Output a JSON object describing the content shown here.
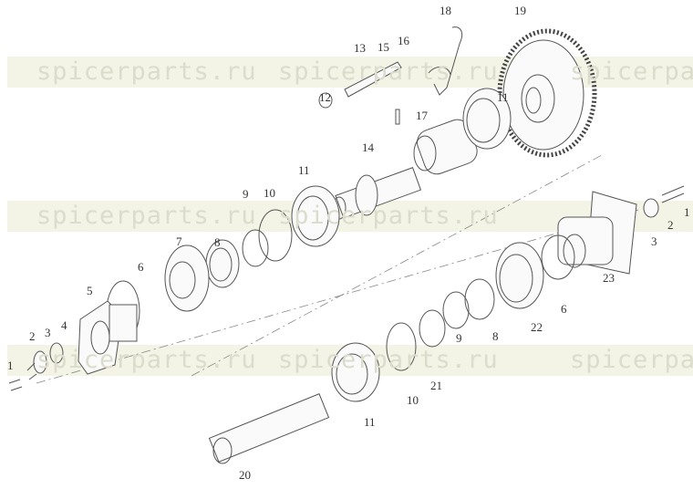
{
  "watermark": "spicerparts.ru",
  "watermark_partial": "spicerpa",
  "labels": {
    "top": [
      "18",
      "19",
      "15",
      "16",
      "13",
      "12",
      "17",
      "11",
      "14"
    ],
    "middle": [
      "11",
      "10",
      "9",
      "8",
      "7",
      "6",
      "5",
      "4",
      "3",
      "2",
      "1"
    ],
    "right": [
      "1",
      "2",
      "3",
      "23",
      "6",
      "22",
      "8",
      "9",
      "21",
      "10",
      "11",
      "20"
    ]
  }
}
